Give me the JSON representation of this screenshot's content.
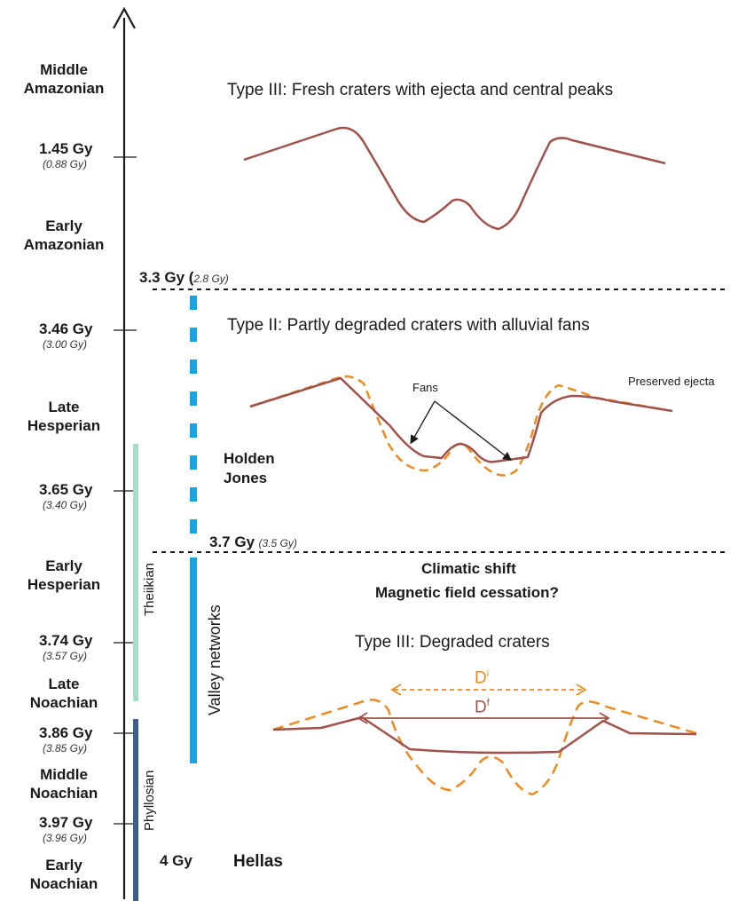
{
  "eras": {
    "middle_amazonian": [
      "Middle",
      "Amazonian"
    ],
    "early_amazonian": [
      "Early",
      "Amazonian"
    ],
    "late_hesperian": [
      "Late",
      "Hesperian"
    ],
    "early_hesperian": [
      "Early",
      "Hesperian"
    ],
    "late_noachian": [
      "Late",
      "Noachian"
    ],
    "middle_noachian": [
      "Middle",
      "Noachian"
    ],
    "early_noachian": [
      "Early",
      "Noachian"
    ]
  },
  "ages": [
    {
      "main": "1.45 Gy",
      "sub": "(0.88 Gy)"
    },
    {
      "main": "3.46 Gy",
      "sub": "(3.00 Gy)"
    },
    {
      "main": "3.65 Gy",
      "sub": "(3.40 Gy)"
    },
    {
      "main": "3.74 Gy",
      "sub": "(3.57 Gy)"
    },
    {
      "main": "3.86 Gy",
      "sub": "(3.85 Gy)"
    },
    {
      "main": "3.97 Gy",
      "sub": "(3.96 Gy)"
    }
  ],
  "boundaries": {
    "upper": {
      "main": "3.3 Gy (",
      "sub": "2.8 Gy)"
    },
    "lower": {
      "main": "3.7 Gy",
      "sub": "(3.5 Gy)"
    }
  },
  "periods": {
    "theiikian": "Theiikian",
    "phyllosian": "Phyllosian",
    "valley_networks": "Valley networks"
  },
  "types": {
    "fresh": "Type III: Fresh craters with ejecta and central peaks",
    "partly_degraded": "Type II: Partly degraded craters with alluvial fans",
    "degraded": "Type III: Degraded craters"
  },
  "labels": {
    "fans": "Fans",
    "preserved_ejecta": "Preserved ejecta",
    "holden": "Holden",
    "jones": "Jones",
    "climatic_shift": "Climatic shift",
    "magnetic_field": "Magnetic field cessation?",
    "d_initial": "D",
    "d_initial_sup": "i",
    "d_final": "D",
    "d_final_sup": "f",
    "four_gy": "4 Gy",
    "hellas": "Hellas"
  },
  "colors": {
    "axis": "#1a1a1a",
    "crater_profile": "#a0524a",
    "initial_profile": "#f08a1e",
    "valley_networks": "#1aa3dc",
    "theiikian": "#a6dccb",
    "phyllosian": "#3f5f8f"
  }
}
